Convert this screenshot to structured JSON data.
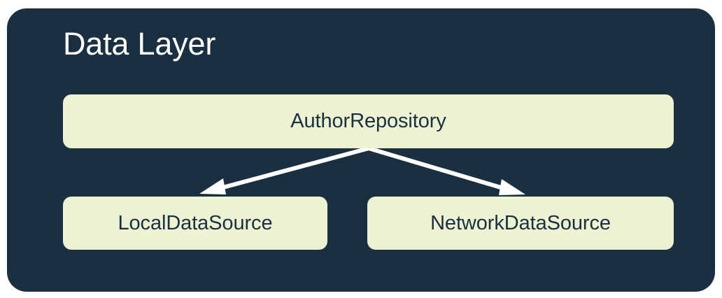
{
  "diagram": {
    "type": "architecture-layer-diagram",
    "title": "Data Layer",
    "container_color": "#1A3040",
    "node_fill_color": "#EDF2D3",
    "node_text_color": "#1A3040",
    "title_color": "#FFFFFF",
    "arrow_color": "#FFFFFF",
    "nodes": [
      {
        "id": "repository",
        "label": "AuthorRepository",
        "row": 1
      },
      {
        "id": "local",
        "label": "LocalDataSource",
        "row": 2
      },
      {
        "id": "network",
        "label": "NetworkDataSource",
        "row": 2
      }
    ],
    "edges": [
      {
        "from": "repository",
        "to": "local",
        "style": "solid-arrow"
      },
      {
        "from": "repository",
        "to": "network",
        "style": "solid-arrow"
      }
    ]
  }
}
